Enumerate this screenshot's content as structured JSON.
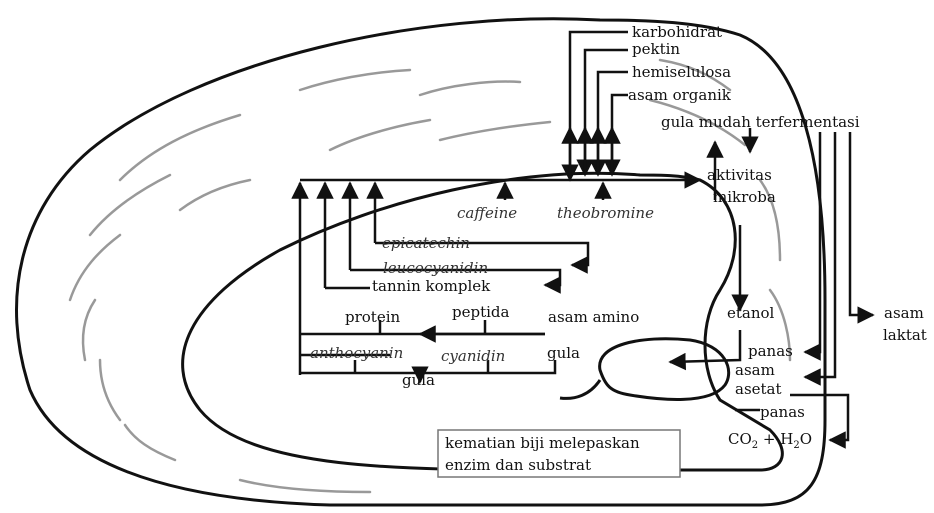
{
  "labels": {
    "karbohidrat": "karbohidrat",
    "pektin": "pektin",
    "hemiselulosa": "hemiselulosa",
    "asam_organik": "asam organik",
    "gula_mudah": "gula mudah terfermentasi",
    "aktivitas": "aktivitas",
    "mikroba": "mikroba",
    "caffeine": "caffeine",
    "theobromine": "theobromine",
    "epicatechin": "epicatechin",
    "leucocyanidin": "leucocyanidin",
    "tannin_komplek": "tannin komplek",
    "protein": "protein",
    "peptida": "peptida",
    "asam_amino": "asam amino",
    "anthocyanin": "anthocyanin",
    "cyanidin": "cyanidin",
    "gula_right": "gula",
    "gula_bottom": "gula",
    "etanol": "etanol",
    "asam_laktat_1": "asam",
    "asam_laktat_2": "laktat",
    "panas_1": "panas",
    "asam_asetat_1": "asam",
    "asam_asetat_2": "asetat",
    "panas_2": "panas",
    "co2": "CO",
    "co2_sub": "2",
    "plus_h2o": " + H",
    "h2o_sub": "2",
    "h2o_o": "O",
    "box_line1": "kematian biji melepaskan",
    "box_line2": "enzim dan substrat"
  }
}
